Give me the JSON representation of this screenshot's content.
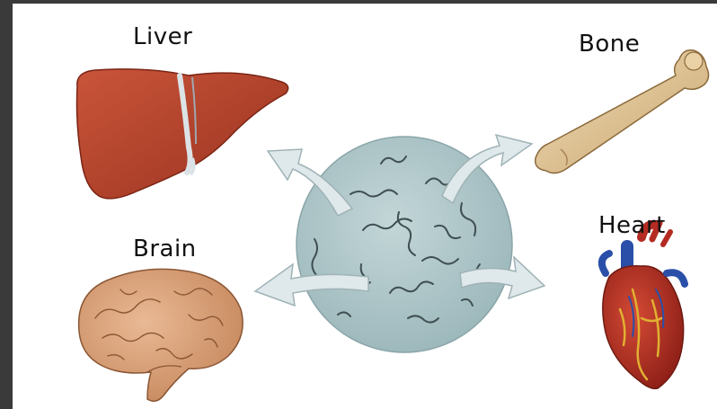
{
  "labels": {
    "liver": "Liver",
    "bone": "Bone",
    "brain": "Brain",
    "heart": "Heart"
  },
  "colors": {
    "background_frame": "#3a3a3a",
    "panel": "#ffffff",
    "cell_cluster": "#a9c3c6",
    "arrow_fill": "#dfe8ea",
    "liver": "#b8432c",
    "bone": "#e2c79a",
    "brain": "#d9a27a",
    "heart_red": "#b32b22",
    "heart_blue": "#2a4fa8"
  },
  "icons": [
    "stem-cell-cluster-icon",
    "liver-icon",
    "bone-icon",
    "brain-icon",
    "heart-icon",
    "arrow-icon"
  ]
}
